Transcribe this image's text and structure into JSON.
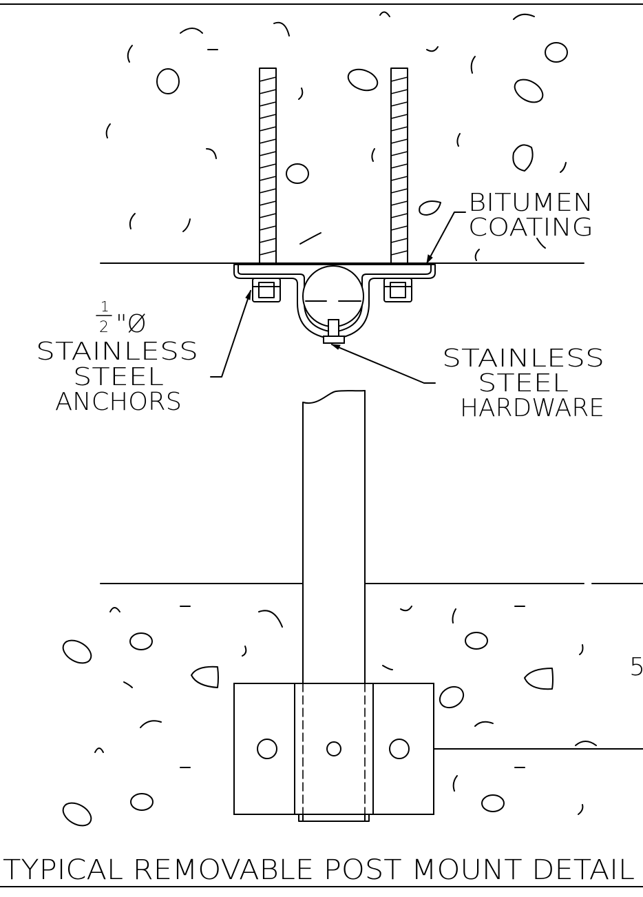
{
  "labels": {
    "bitumen_line1": "BITUMEN",
    "bitumen_line2": "COATING",
    "anchor_size_num": "1",
    "anchor_size_den": "2",
    "anchor_size_unit": "\"Ø",
    "anchors_line1": "STAINLESS",
    "anchors_line2": "STEEL",
    "anchors_line3": "ANCHORS",
    "hardware_line1": "STAINLESS",
    "hardware_line2": "STEEL",
    "hardware_line3": "HARDWARE",
    "edge_partial": "5",
    "title": "TYPICAL REMOVABLE POST MOUNT DETAIL"
  },
  "colors": {
    "ink": "#000000",
    "paper": "#ffffff"
  }
}
